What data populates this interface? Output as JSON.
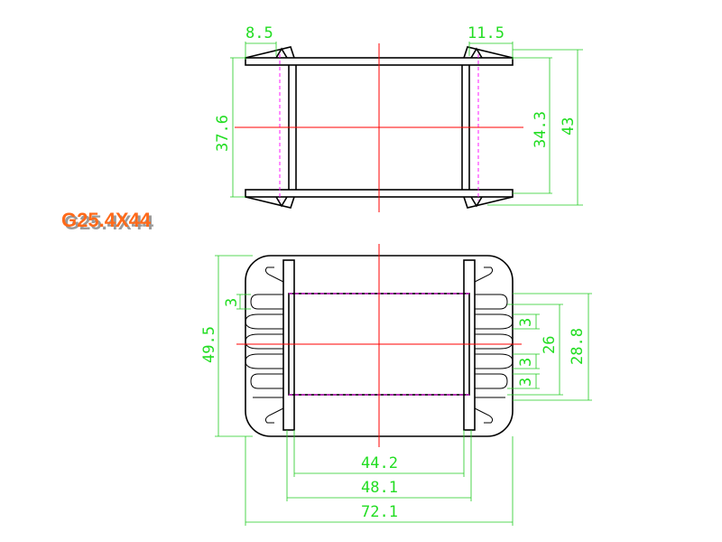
{
  "title": "G25.4X44",
  "colors": {
    "outline": "#000000",
    "centerline": "#ff0000",
    "hidden": "#ff00ff",
    "dimension": "#22dd22",
    "title": "#ff6a1a"
  },
  "top_view": {
    "dims": {
      "flange_left": "8.5",
      "flange_right": "11.5",
      "height_left": "37.6",
      "inner_height": "34.3",
      "outer_height": "43"
    }
  },
  "bottom_view": {
    "dims": {
      "overall_height": "49.5",
      "pitch_top": "3",
      "pitch_right_a": "3",
      "pitch_right_b": "3",
      "pitch_right_c": "3",
      "span_26": "26",
      "span_28_8": "28.8",
      "width_44_2": "44.2",
      "width_48_1": "48.1",
      "width_72_1": "72.1"
    }
  }
}
